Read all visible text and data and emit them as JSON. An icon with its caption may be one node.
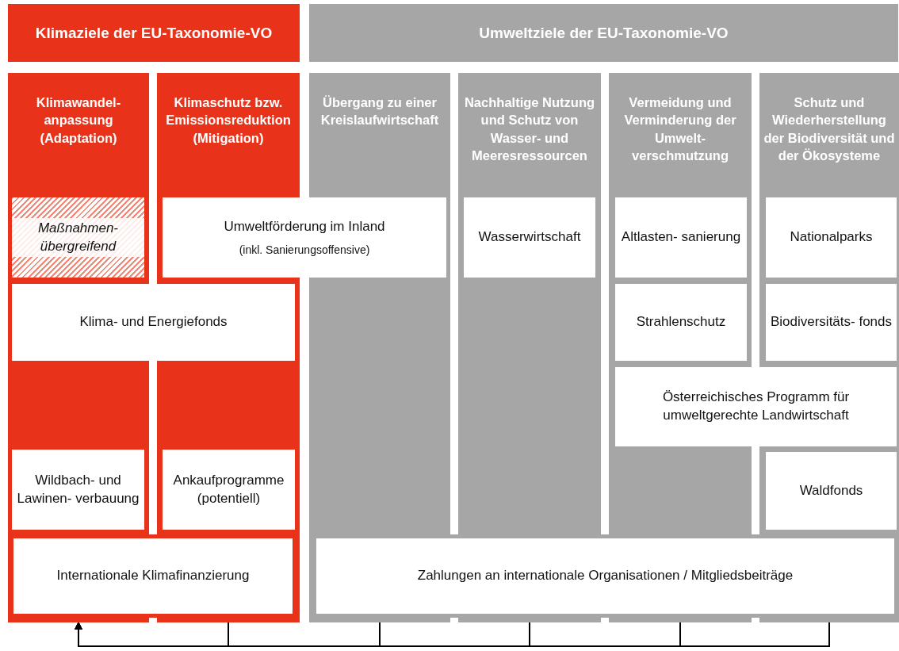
{
  "diagram": {
    "nodes": [
      {
        "text": [
          "Klimaziele der EU-Taxonomie-VO"
        ]
      },
      {
        "text": [
          "Umweltziele der EU-Taxonomie-VO"
        ]
      },
      {
        "text": [
          "Klimawandel- anpassung (Adaptation)"
        ]
      },
      {
        "text": [
          "Klimaschutz bzw. Emissionsreduktion (Mitigation)"
        ]
      },
      {
        "text": [
          "Übergang zu einer Kreislaufwirtschaft"
        ]
      },
      {
        "text": [
          "Nachhaltige Nutzung und Schutz von Wasser- und Meeresressourcen"
        ]
      },
      {
        "text": [
          "Vermeidung und Verminderung der Umwelt- verschmutzung"
        ]
      },
      {
        "text": [
          "Schutz und Wiederherstellung der Biodiversität und der Ökosysteme"
        ]
      },
      {
        "text": [
          "Maßnahmen- übergreifend"
        ],
        "in": 2
      },
      {
        "text": [
          "Umweltförderung im Inland",
          "(inkl. Sanierungsoffensive)"
        ]
      },
      {
        "text": [
          "Wasserwirtschaft"
        ],
        "in": 5
      },
      {
        "text": [
          "Altlasten- sanierung"
        ],
        "in": 6
      },
      {
        "text": [
          "Nationalparks"
        ],
        "in": 7
      },
      {
        "text": [
          "Klima- und Energiefonds"
        ]
      },
      {
        "text": [
          "Strahlenschutz"
        ],
        "in": 6
      },
      {
        "text": [
          "Biodiversitäts- fonds"
        ],
        "in": 7
      },
      {
        "text": [
          "Österreichisches Programm für umweltgerechte Landwirtschaft"
        ]
      },
      {
        "text": [
          "Wildbach- und Lawinen- verbauung"
        ],
        "in": 2
      },
      {
        "text": [
          "Ankaufprogramme (potentiell)"
        ],
        "in": 3
      },
      {
        "text": [
          "Waldfonds"
        ],
        "in": 7
      },
      {
        "text": [
          "Internationale Klimafinanzierung"
        ]
      },
      {
        "text": [
          "Zahlungen an internationale Organisationen / Mitgliedsbeiträge"
        ]
      }
    ],
    "edges": [
      {
        "from": 3,
        "to": 2,
        "arrow": "to"
      },
      {
        "from": 4,
        "to": 2,
        "arrow": "to"
      },
      {
        "from": 5,
        "to": 2,
        "arrow": "to"
      },
      {
        "from": 6,
        "to": 2,
        "arrow": "to"
      },
      {
        "from": 7,
        "to": 2,
        "arrow": "to"
      }
    ]
  }
}
